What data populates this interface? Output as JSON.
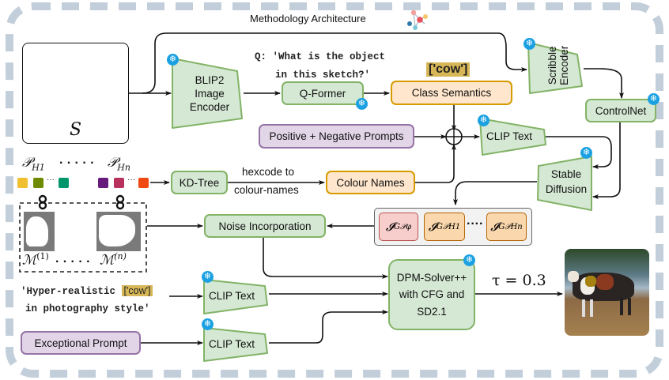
{
  "title": "Methodology Architecture",
  "title_icon": "network-graph-icon",
  "sketch": {
    "label": "S",
    "icon": "cow-sketch-icon"
  },
  "blip2": {
    "lines": [
      "BLIP2",
      "Image",
      "Encoder"
    ],
    "frozen": true
  },
  "question": {
    "line1": "Q: 'What is the object",
    "line2": "in this sketch?'"
  },
  "qformer": {
    "label": "Q-Former",
    "frozen": true
  },
  "answer_tag": "['cow']",
  "class_semantics": {
    "label": "Class Semantics"
  },
  "scribble_encoder": {
    "lines": [
      "Scribble",
      "Encoder"
    ],
    "frozen": true
  },
  "controlnet": {
    "label": "ControlNet",
    "frozen": true
  },
  "prompts": {
    "label": "Positive + Negative Prompts"
  },
  "combine_symbol": "⊕",
  "clip_text_top": {
    "label": "CLIP Text",
    "frozen": true
  },
  "stable_diffusion": {
    "lines": [
      "Stable",
      "Diffusion"
    ],
    "frozen": true
  },
  "palettes": {
    "first_label": "P_H1",
    "last_label": "P_Hn",
    "dots": "· · · · ·",
    "first_colors": [
      "#f0c030",
      "#6e8b00",
      "#00956b"
    ],
    "last_colors": [
      "#651a7c",
      "#b8305c",
      "#f04a14"
    ],
    "ellipsis": "···"
  },
  "kdtree": {
    "label": "KD-Tree"
  },
  "hex_to_names": {
    "line1": "hexcode to",
    "line2": "colour-names"
  },
  "colour_names": {
    "label": "Colour Names"
  },
  "masks": {
    "first_label": "M(1)",
    "last_label": "M(n)",
    "dots": "· · · · ·"
  },
  "noise": {
    "label": "Noise Incorporation"
  },
  "generated_images": {
    "items": [
      {
        "base": "I",
        "sup": "G",
        "sub": "Pφ",
        "kind": "red"
      },
      {
        "base": "I",
        "sup": "G",
        "sub": "PH1",
        "kind": "orange"
      },
      {
        "base": "I",
        "sup": "G",
        "sub": "PHn",
        "kind": "orange"
      }
    ],
    "ellipsis": "····"
  },
  "hyper_prompt": {
    "pre": "'Hyper-realistic ",
    "tag": "['cow']",
    "line2": "in photography style'"
  },
  "clip_text_mid": {
    "label": "CLIP Text",
    "frozen": true
  },
  "exceptional_prompt": {
    "label": "Exceptional Prompt"
  },
  "clip_text_bottom": {
    "label": "CLIP Text",
    "frozen": true
  },
  "dpm": {
    "lines": [
      "DPM-Solver++",
      "with CFG and",
      "SD2.1"
    ],
    "frozen": true
  },
  "tau": "τ = 0.3",
  "output_image": {
    "icon": "generated-cow-photo"
  },
  "colors": {
    "green_fill": "#d5e8d4",
    "green_stroke": "#82b366",
    "orange_fill": "#ffe6cc",
    "orange_stroke": "#d79b00",
    "purple_fill": "#e1d5e7",
    "purple_stroke": "#9673a6",
    "tag_fill": "#d6b656",
    "frozen_badge": "#1ba1e2",
    "frame_dash": "#c2cfdb"
  }
}
